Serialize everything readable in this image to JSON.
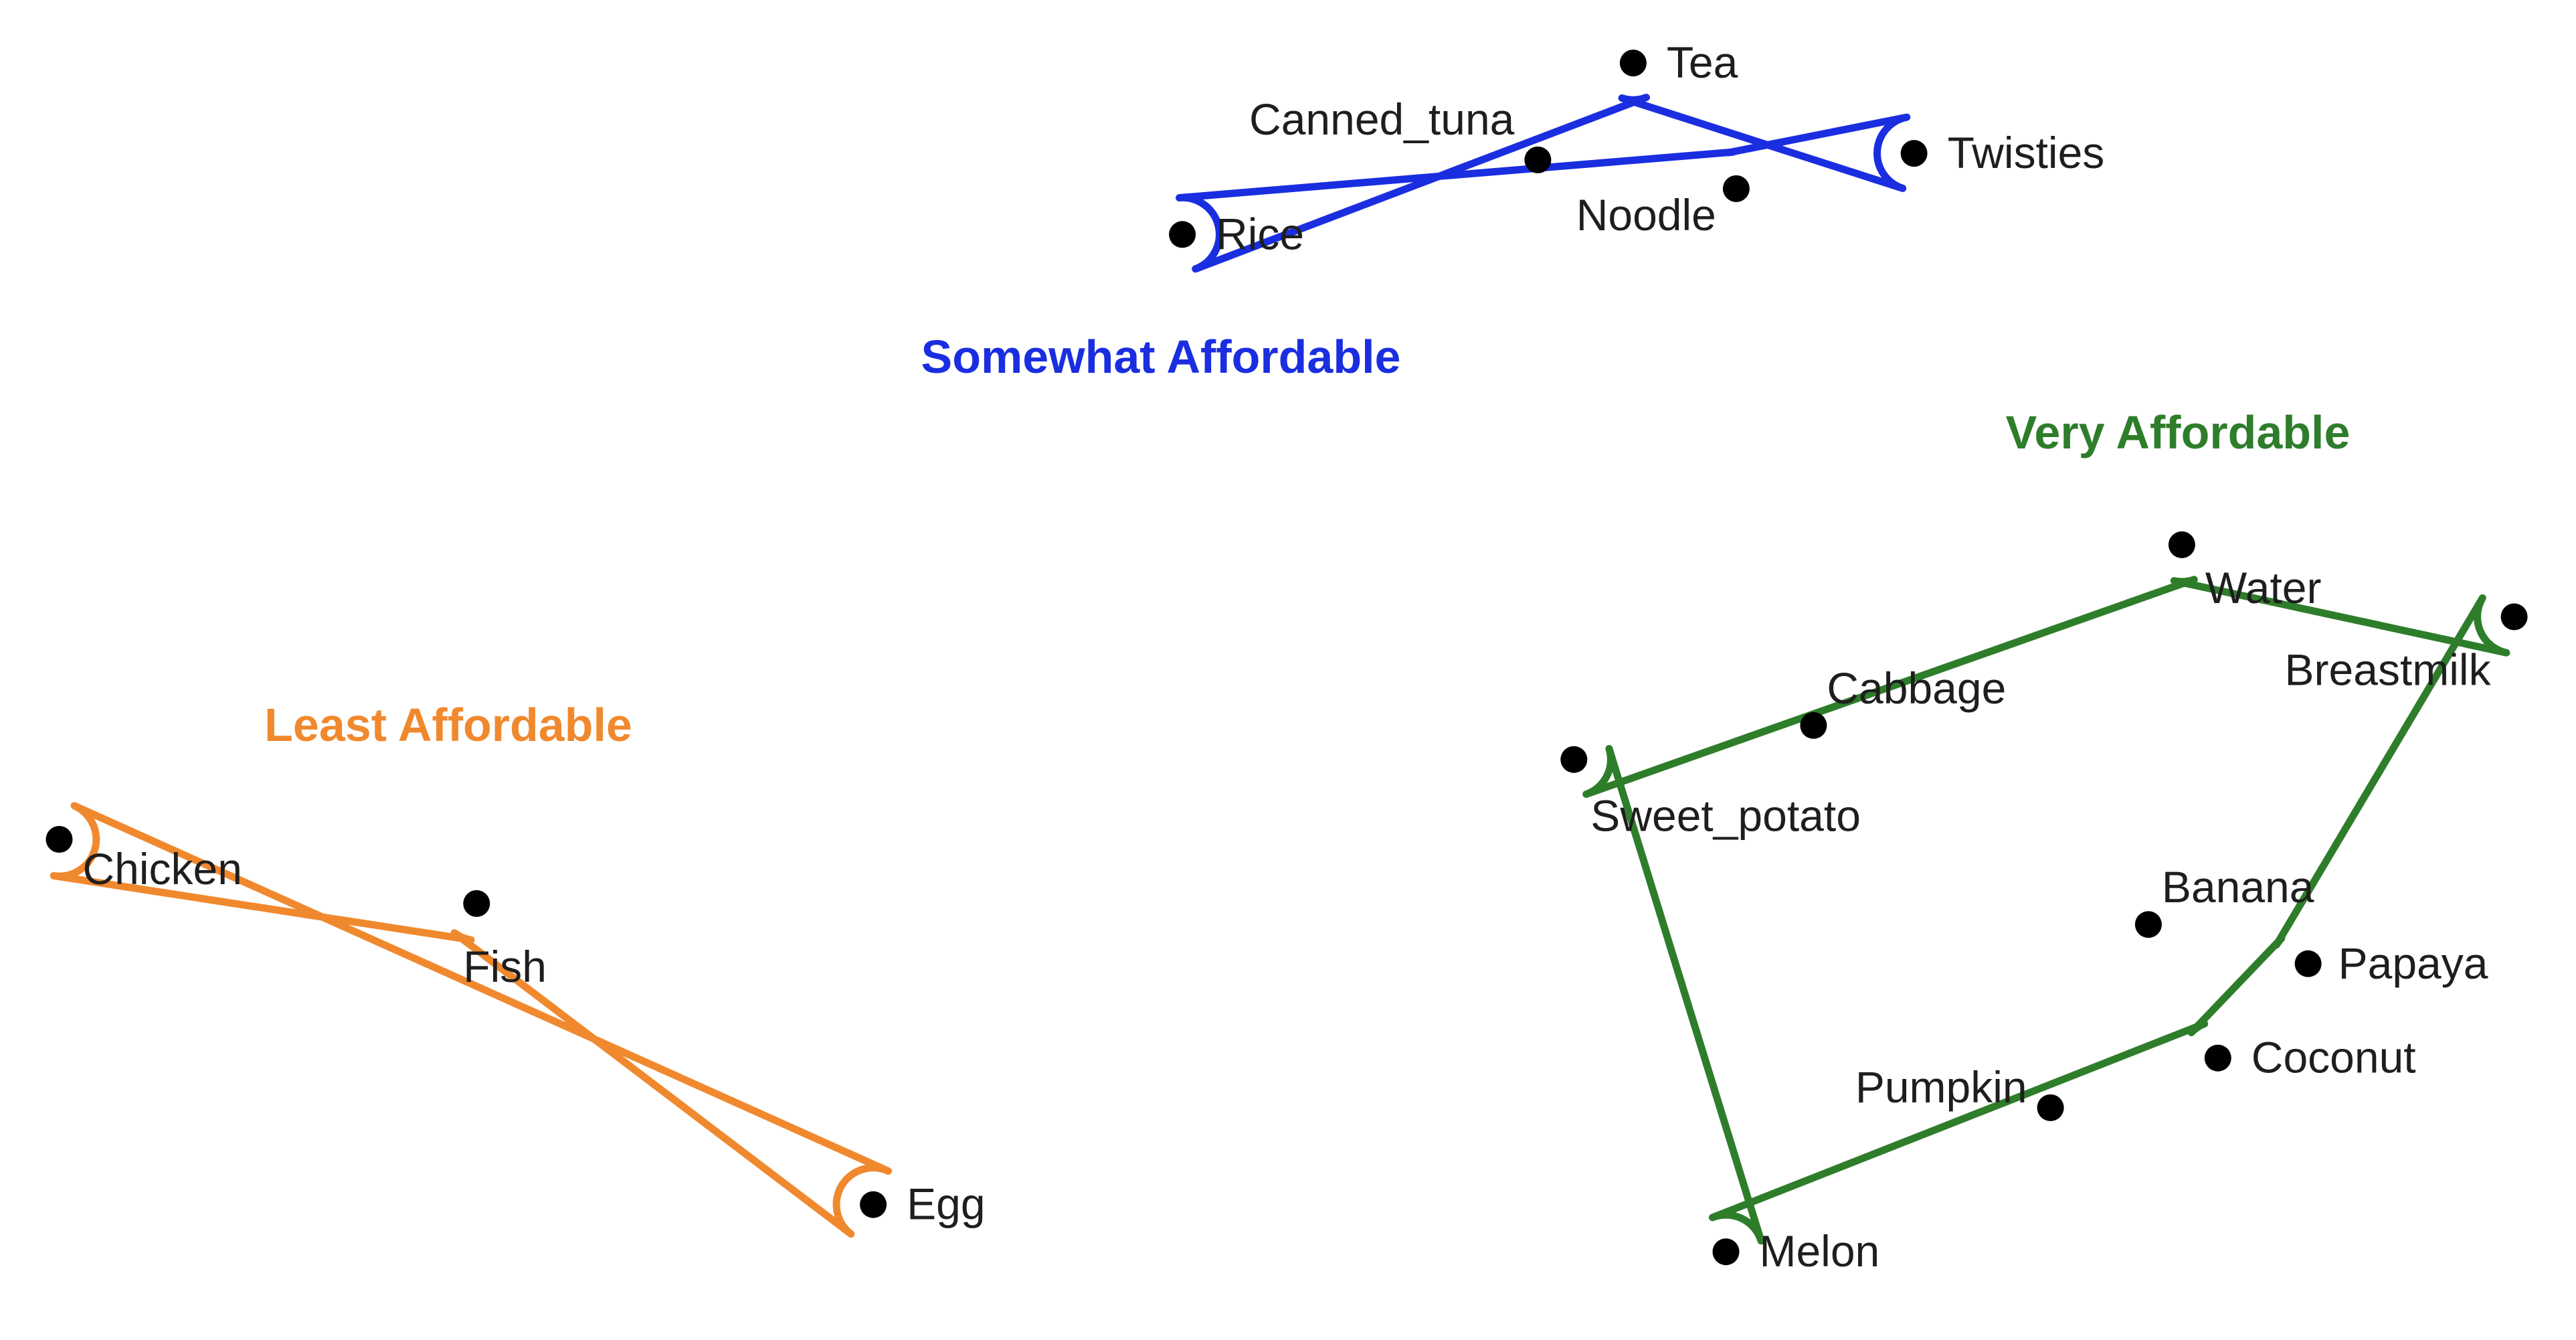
{
  "chart_data": {
    "type": "scatter",
    "title": "",
    "xlabel": "",
    "ylabel": "",
    "xlim": [
      0,
      100
    ],
    "ylim": [
      0,
      100
    ],
    "grid": false,
    "legend": "none",
    "clusters": [
      {
        "name": "Somewhat Affordable",
        "color": "#1a2ee0",
        "points": [
          {
            "label": "Tea",
            "x": 63.4,
            "y": 95.7
          },
          {
            "label": "Canned_tuna",
            "x": 59.7,
            "y": 88.3
          },
          {
            "label": "Twisties",
            "x": 74.3,
            "y": 88.8
          },
          {
            "label": "Noodle",
            "x": 67.4,
            "y": 86.1
          },
          {
            "label": "Rice",
            "x": 45.9,
            "y": 82.6
          }
        ]
      },
      {
        "name": "Very Affordable",
        "color": "#2e7d2a",
        "points": [
          {
            "label": "Water",
            "x": 84.7,
            "y": 58.9
          },
          {
            "label": "Breastmilk",
            "x": 97.6,
            "y": 53.4
          },
          {
            "label": "Cabbage",
            "x": 70.4,
            "y": 45.1
          },
          {
            "label": "Sweet_potato",
            "x": 61.1,
            "y": 42.5
          },
          {
            "label": "Banana",
            "x": 83.4,
            "y": 29.9
          },
          {
            "label": "Papaya",
            "x": 89.6,
            "y": 26.9
          },
          {
            "label": "Coconut",
            "x": 86.1,
            "y": 19.7
          },
          {
            "label": "Pumpkin",
            "x": 79.6,
            "y": 15.9
          },
          {
            "label": "Melon",
            "x": 67.0,
            "y": 4.9
          }
        ]
      },
      {
        "name": "Least Affordable",
        "color": "#f0892e",
        "points": [
          {
            "label": "Chicken",
            "x": 2.3,
            "y": 36.4
          },
          {
            "label": "Fish",
            "x": 18.5,
            "y": 31.5
          },
          {
            "label": "Egg",
            "x": 33.9,
            "y": 8.5
          }
        ]
      }
    ]
  }
}
